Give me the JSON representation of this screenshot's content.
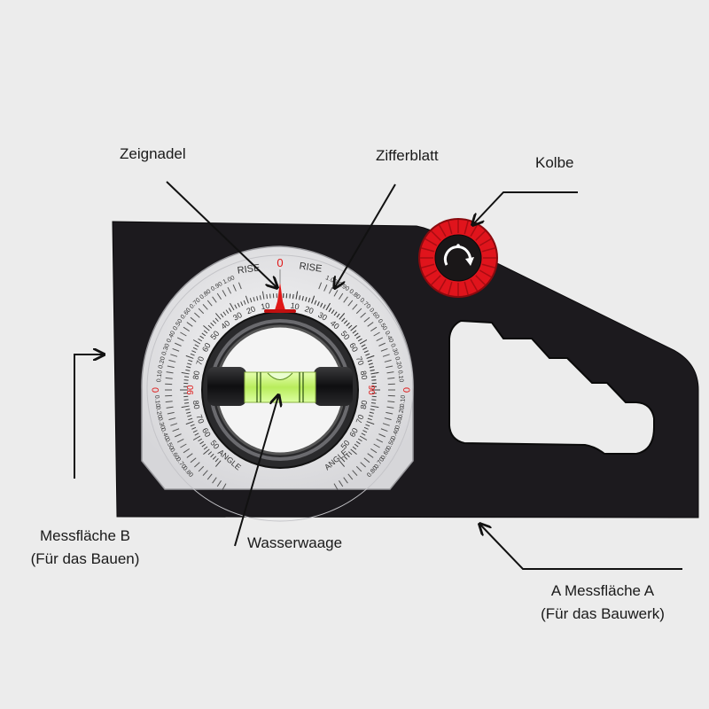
{
  "labels": {
    "zeignadel": "Zeignadel",
    "zifferblatt": "Zifferblatt",
    "kolbe": "Kolbe",
    "messflaeche_b_line1": "Messfläche B",
    "messflaeche_b_line2": "(Für das Bauen)",
    "wasserwaage": "Wasserwaage",
    "messflaeche_a_line1": "A Messfläche A",
    "messflaeche_a_line2": "(Für das Bauwerk)"
  },
  "dial": {
    "zero_mark": "0",
    "rise_left": "RISE",
    "rise_right": "RISE",
    "angle_left": "ANGLE",
    "angle_right": "ANGLE",
    "side_zero_left": "0",
    "side_zero_right": "0",
    "degree_ticks": [
      "10",
      "20",
      "30",
      "40",
      "50",
      "60",
      "70",
      "80",
      "90"
    ],
    "ninety_left": "90",
    "ninety_right": "90",
    "rise_ticks": [
      "0.10",
      "0.20",
      "0.30",
      "0.40",
      "0.50",
      "0.60",
      "0.70",
      "0.80",
      "0.90",
      "1.00"
    ]
  },
  "colors": {
    "background": "#ececec",
    "body": "#1c1a1e",
    "dial_face": "#e4e4e6",
    "knob_red": "#e0141c",
    "pointer_red": "#e01818",
    "vial_green": "#c8f080",
    "text": "#1a1a1a"
  }
}
